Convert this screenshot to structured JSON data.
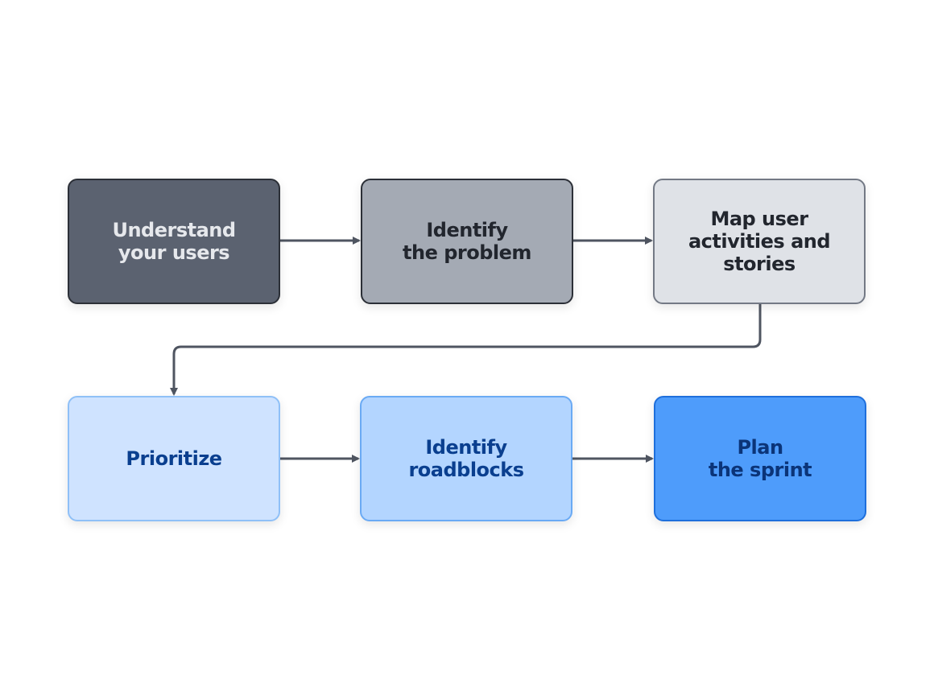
{
  "steps": [
    {
      "label": "Understand\nyour users"
    },
    {
      "label": "Identify\nthe problem"
    },
    {
      "label": "Map user\nactivities and\nstories"
    },
    {
      "label": "Prioritize"
    },
    {
      "label": "Identify\nroadblocks"
    },
    {
      "label": "Plan\nthe sprint"
    }
  ],
  "colors": {
    "connector": "#4f5561"
  }
}
